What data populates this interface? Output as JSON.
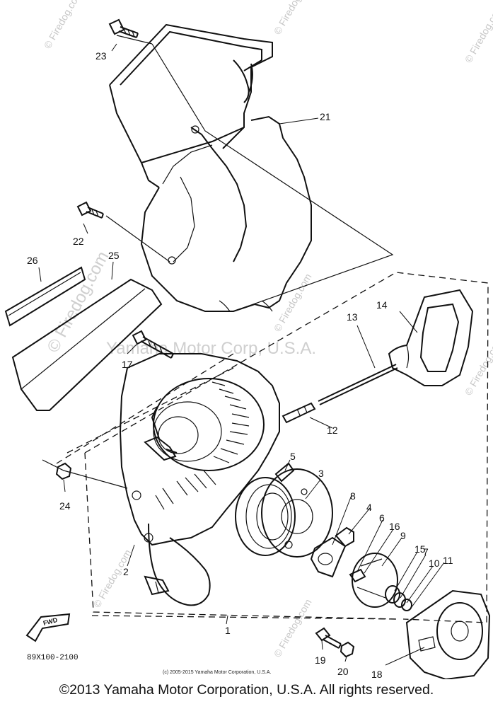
{
  "diagram": {
    "part_numbers": [
      "23",
      "21",
      "22",
      "26",
      "25",
      "14",
      "13",
      "17",
      "12",
      "5",
      "3",
      "8",
      "4",
      "6",
      "16",
      "9",
      "15",
      "7",
      "10",
      "11",
      "24",
      "2",
      "1",
      "19",
      "20",
      "18"
    ],
    "drawing_code": "89X100-2100",
    "fwd_label": "FWD",
    "small_copyright": "(c) 2005-2015 Yamaha Motor Corporation, U.S.A.",
    "watermark_center": "Yamaha Motor Corp, U.S.A.",
    "watermark_firedog": "© Firedog.com",
    "watermark_small": "© Firedog.com"
  },
  "footer": {
    "copyright": "©2013 Yamaha Motor Corporation, U.S.A. All rights reserved."
  }
}
